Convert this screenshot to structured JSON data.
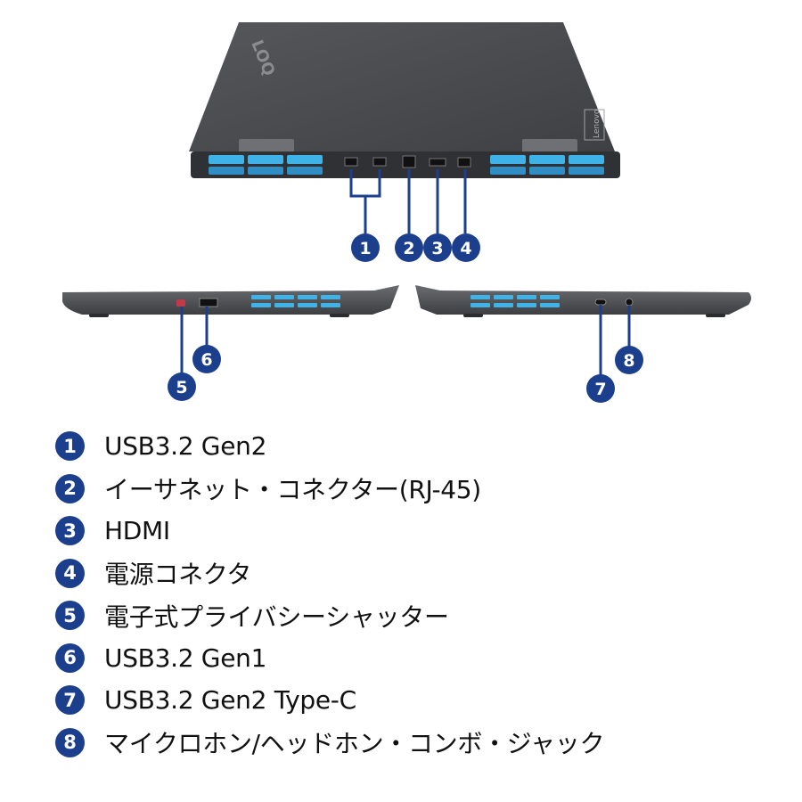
{
  "lid_logo_text": "LOQ",
  "brand_logo_text": "Lenovo",
  "callout_numbers": [
    "1",
    "2",
    "3",
    "4",
    "5",
    "6",
    "7",
    "8"
  ],
  "legend": [
    {
      "num": "1",
      "label": "USB3.2 Gen2"
    },
    {
      "num": "2",
      "label": "イーサネット・コネクター(RJ-45)"
    },
    {
      "num": "3",
      "label": "HDMI"
    },
    {
      "num": "4",
      "label": "電源コネクタ"
    },
    {
      "num": "5",
      "label": "電子式プライバシーシャッター"
    },
    {
      "num": "6",
      "label": "USB3.2 Gen1"
    },
    {
      "num": "7",
      "label": "USB3.2 Gen2 Type-C"
    },
    {
      "num": "8",
      "label": "マイクロホン/ヘッドホン・コンボ・ジャック"
    }
  ],
  "colors": {
    "callout": "#1c3f8d",
    "vent_glow": "#3fb3e8",
    "chassis": "#4a4c50"
  }
}
